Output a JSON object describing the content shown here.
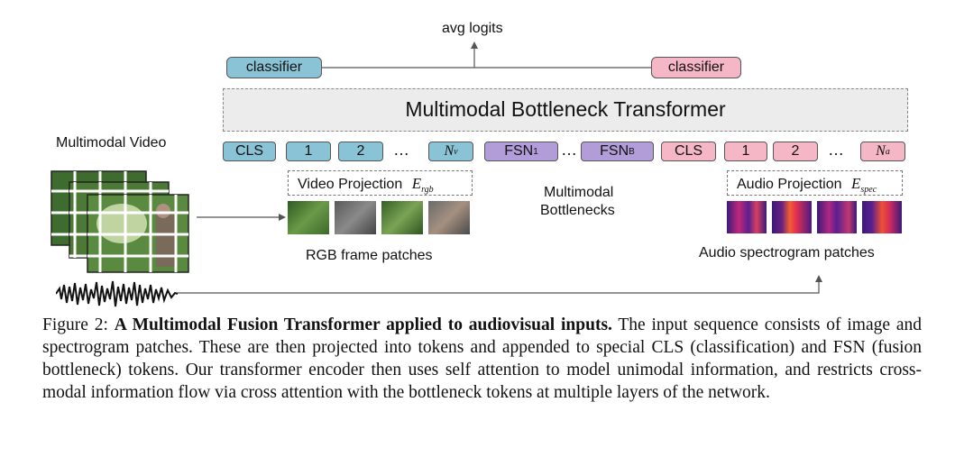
{
  "top": {
    "avg_logits": "avg logits",
    "classifier_left": "classifier",
    "classifier_right": "classifier"
  },
  "transformer": {
    "title": "Multimodal Bottleneck Transformer"
  },
  "tokens": {
    "cls_left": "CLS",
    "video_1": "1",
    "video_2": "2",
    "video_dots": "…",
    "video_n": "N",
    "video_n_sub": "v",
    "fsn_1": "FSN",
    "fsn_1_sub": "1",
    "fsn_dots": "…",
    "fsn_b": "FSN",
    "fsn_b_sub": "B",
    "cls_right": "CLS",
    "audio_1": "1",
    "audio_2": "2",
    "audio_dots": "…",
    "audio_n": "N",
    "audio_n_sub": "a"
  },
  "left": {
    "multimodal_video": "Multimodal Video"
  },
  "video_projection": {
    "label": "Video Projection",
    "symbol": "E",
    "symbol_sub": "rgb"
  },
  "audio_projection": {
    "label": "Audio Projection",
    "symbol": "E",
    "symbol_sub": "spec"
  },
  "middle": {
    "line1": "Multimodal",
    "line2": "Bottlenecks"
  },
  "rgb_patches_label": "RGB frame patches",
  "audio_patches_label": "Audio spectrogram patches",
  "caption": {
    "prefix": "Figure 2: ",
    "bold": "A Multimodal Fusion Transformer applied to audiovisual inputs.",
    "rest": " The input sequence consists of image and spectrogram patches. These are then projected into tokens and appended to special CLS (classification) and FSN (fusion bottleneck) tokens. Our transformer encoder then uses self attention to model unimodal information, and restricts cross-modal information flow via cross attention with the bottleneck tokens at multiple layers of the network."
  },
  "colors": {
    "video_token": "#8ac3d6",
    "bottleneck_token": "#b39dd8",
    "audio_token": "#f5b7c6",
    "transformer_fill": "#ececec"
  }
}
